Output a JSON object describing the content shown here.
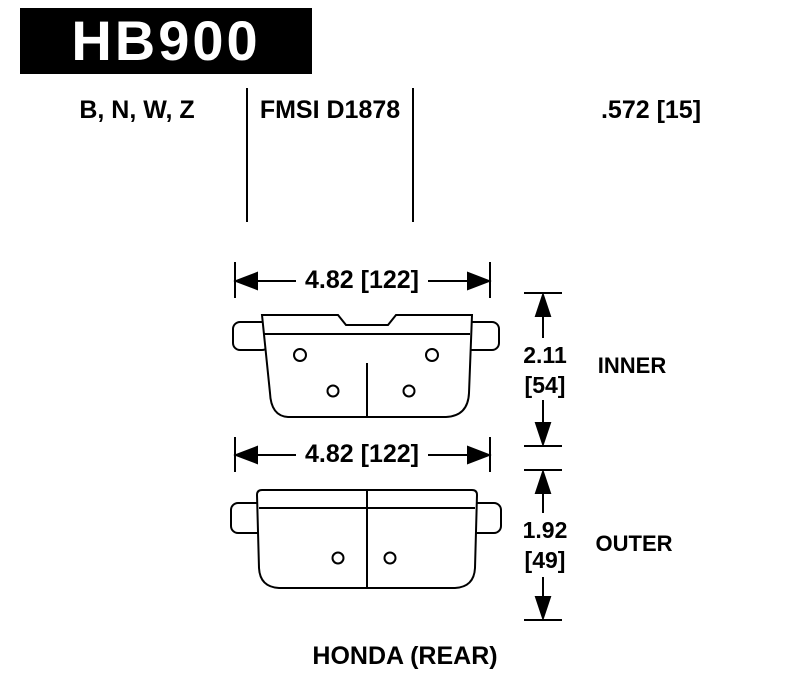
{
  "header": {
    "part_number": "HB900",
    "compounds": "B, N, W, Z",
    "fmsi": "FMSI D1878",
    "pad_thickness": ".572 [15]"
  },
  "dimensions": {
    "inner_width": "4.82 [122]",
    "inner_height_in": "2.11",
    "inner_height_mm": "[54]",
    "inner_label": "INNER",
    "outer_width": "4.82 [122]",
    "outer_height_in": "1.92",
    "outer_height_mm": "[49]",
    "outer_label": "OUTER"
  },
  "footer": {
    "application": "HONDA (REAR)"
  },
  "colors": {
    "background": "#ffffff",
    "ink": "#000000",
    "header_box_bg": "#000000",
    "header_box_text": "#ffffff"
  }
}
